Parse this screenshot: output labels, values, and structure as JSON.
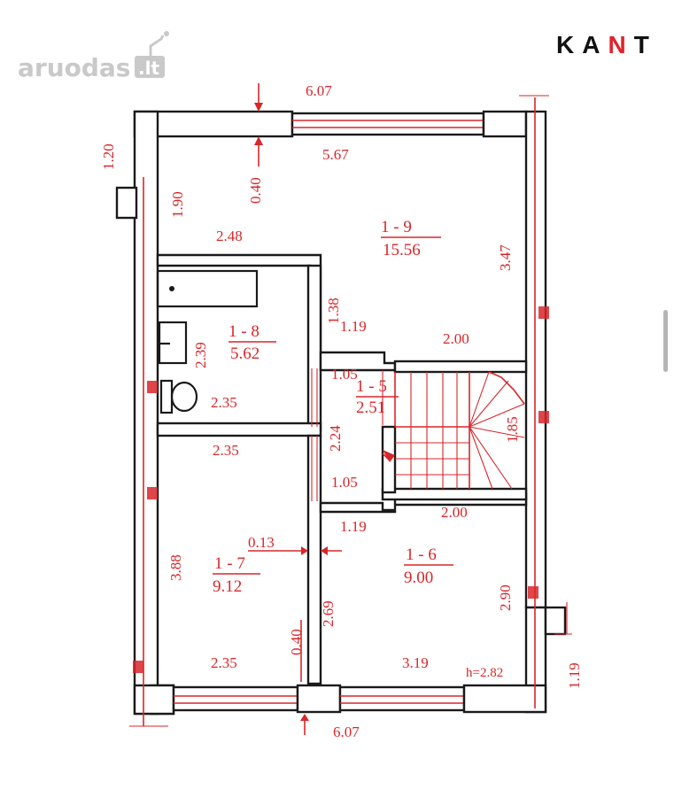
{
  "watermark": {
    "text": "aruodas",
    "suffix": ".lt"
  },
  "brand": {
    "k": "K",
    "a": "A",
    "n": "N",
    "t": "T",
    "color_main": "#111111",
    "color_accent": "#e3222b"
  },
  "colors": {
    "line": "#1a1a1a",
    "annotation": "#d8262a"
  },
  "rooms": [
    {
      "id": "1 - 9",
      "area": "15.56"
    },
    {
      "id": "1 - 8",
      "area": "5.62"
    },
    {
      "id": "1 - 5",
      "area": "2.51"
    },
    {
      "id": "1 - 7",
      "area": "9.12"
    },
    {
      "id": "1 - 6",
      "area": "9.00"
    }
  ],
  "dimensions": {
    "top_outer": "6.07",
    "top_inner": "5.67",
    "left_offset": "1.20",
    "r9_left": "1.90",
    "wall_040_top": "0.40",
    "r9_bottom_left": "2.48",
    "r9_right": "3.47",
    "corridor_138": "1.38",
    "corridor_119_top": "1.19",
    "r9_bottom_right": "2.00",
    "r8_height": "2.39",
    "r8_width": "2.35",
    "stair_top": "1.05",
    "stair_height": "2.24",
    "stair_side": "1.85",
    "r7_top": "2.35",
    "stair_bottom": "1.05",
    "corridor_119_bottom": "1.19",
    "r6_top": "2.00",
    "wall_013": "0.13",
    "r7_height": "3.88",
    "r6_left": "2.69",
    "r6_right": "2.90",
    "wall_040_bottom": "0.40",
    "r7_bottom": "2.35",
    "r6_bottom": "3.19",
    "ceiling_height": "h=2.82",
    "right_offset": "1.19",
    "bottom_outer": "6.07"
  }
}
